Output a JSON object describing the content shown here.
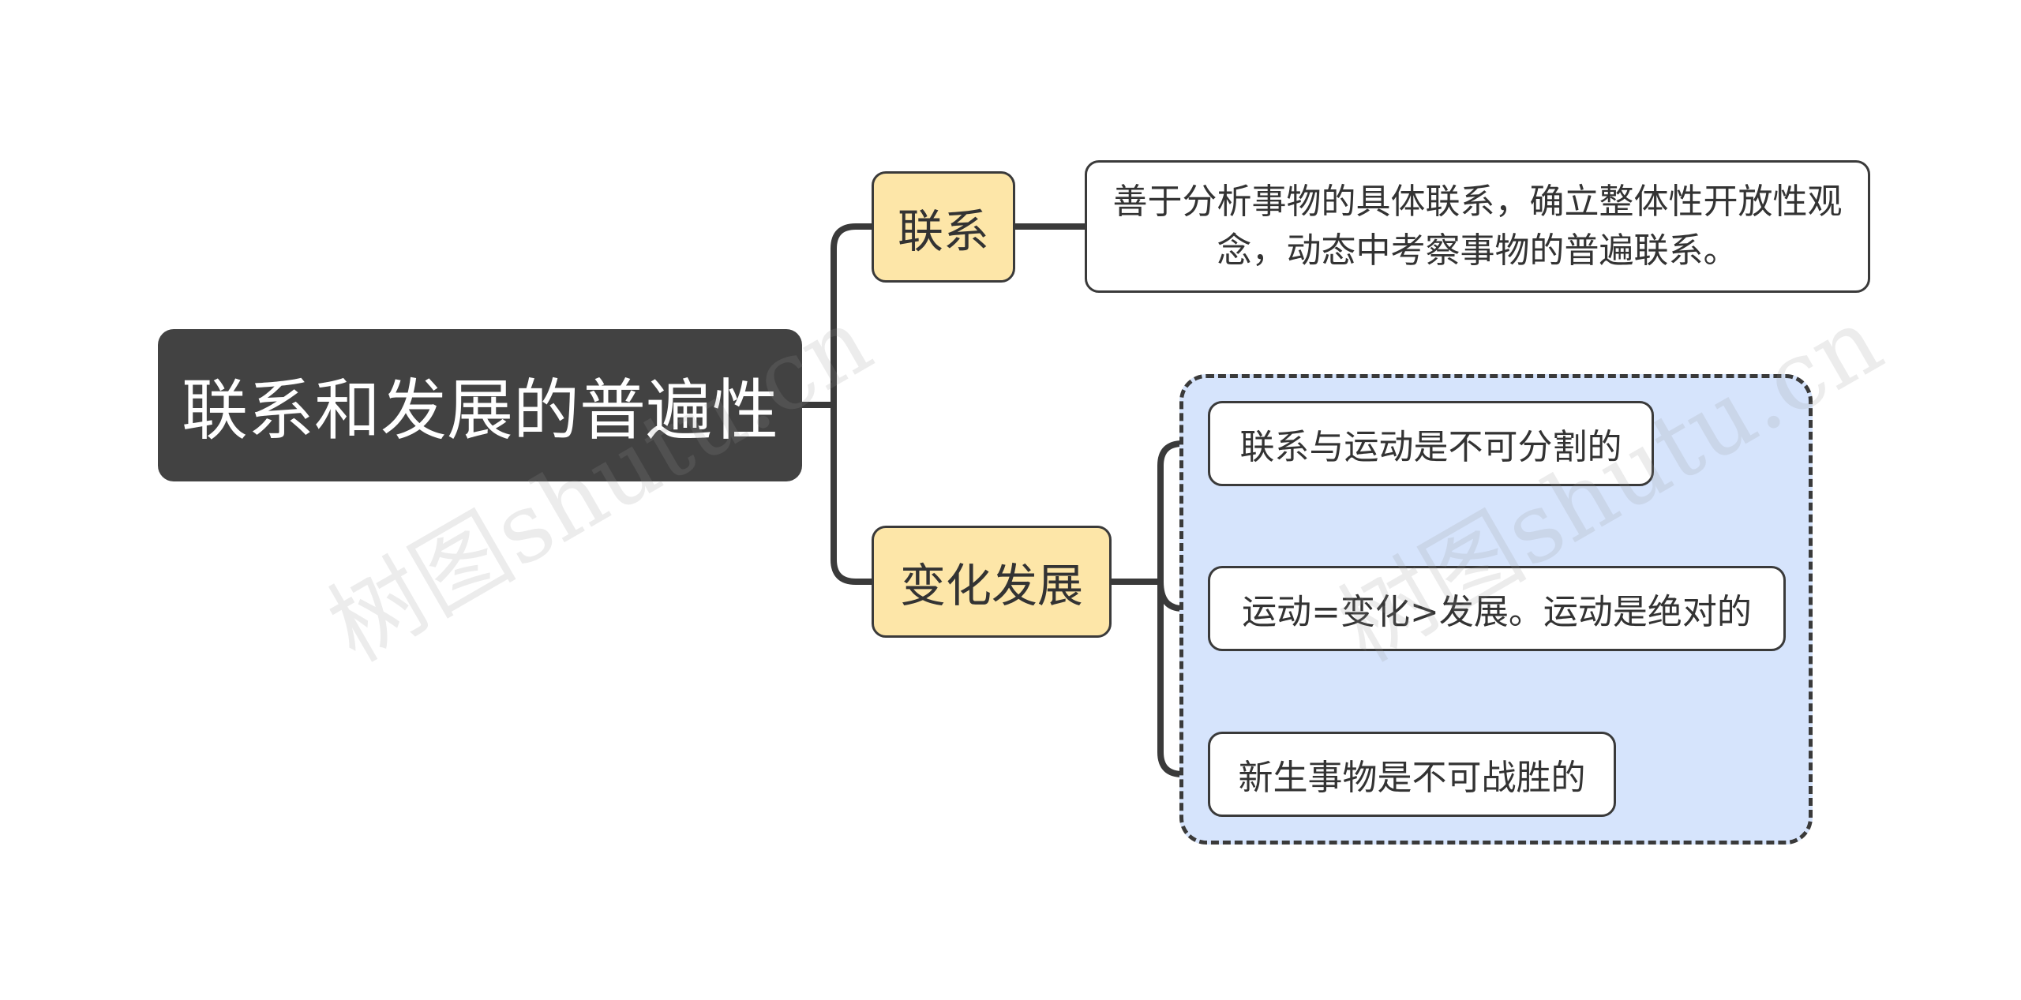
{
  "mindmap": {
    "root": "联系和发展的普遍性",
    "branches": [
      {
        "label": "联系",
        "children": [
          "善于分析事物的具体联系，确立整体性开放性观念，动态中考察事物的普遍联系。"
        ]
      },
      {
        "label": "变化发展",
        "children": [
          "联系与运动是不可分割的",
          "运动=变化>发展。运动是绝对的",
          "新生事物是不可战胜的"
        ]
      }
    ]
  },
  "watermark": "树图shutu.cn",
  "colors": {
    "root_fill": "#424242",
    "branch_fill": "#fde6a8",
    "group_fill": "#d6e4fc",
    "line": "#3a3a3a"
  }
}
